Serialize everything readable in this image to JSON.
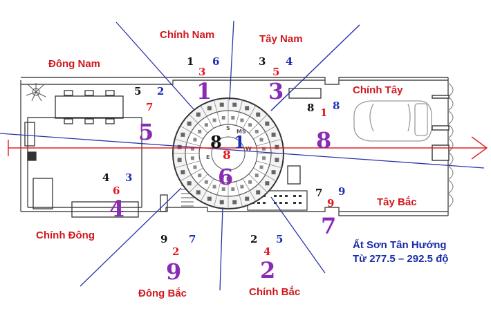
{
  "directions": {
    "chinh_nam": "Chính Nam",
    "tay_nam": "Tây Nam",
    "dong_nam": "Đông Nam",
    "chinh_tay": "Chính Tây",
    "tay_bac": "Tây Bắc",
    "chinh_dong": "Chính Đông",
    "dong_bac": "Đông Bắc",
    "chinh_bac": "Chính Bắc"
  },
  "palaces": {
    "south": {
      "mountain": "1",
      "base": "3",
      "water": "6",
      "main": "1"
    },
    "southwest": {
      "mountain": "3",
      "base": "5",
      "water": "4",
      "main": "3"
    },
    "southeast": {
      "mountain": "5",
      "base": "7",
      "water": "2",
      "main": "5"
    },
    "west": {
      "mountain": "8",
      "base": "1",
      "water": "8",
      "main": "8"
    },
    "center": {
      "mountain": "8",
      "base": "8",
      "water": "1",
      "main": "6"
    },
    "east": {
      "mountain": "4",
      "base": "6",
      "water": "3",
      "main": "4"
    },
    "northwest": {
      "mountain": "7",
      "base": "9",
      "water": "9",
      "main": "7"
    },
    "northeast": {
      "mountain": "9",
      "base": "2",
      "water": "7",
      "main": "9"
    },
    "north": {
      "mountain": "2",
      "base": "4",
      "water": "5",
      "main": "2"
    }
  },
  "caption": {
    "line1": "Ất Sơn Tân Hướng",
    "line2": "Từ 277.5 – 292.5 độ"
  },
  "compass": {
    "ring_labels": [
      "S",
      "MS",
      "W",
      "E",
      "N"
    ]
  },
  "colors": {
    "direction_label": "#d0181e",
    "mountain_star": "#111111",
    "base_star": "#e3161c",
    "water_star": "#1f2fb4",
    "main_number": "#8a2bb4",
    "sector_line": "#2b33a8",
    "axis_line": "#e02020"
  }
}
